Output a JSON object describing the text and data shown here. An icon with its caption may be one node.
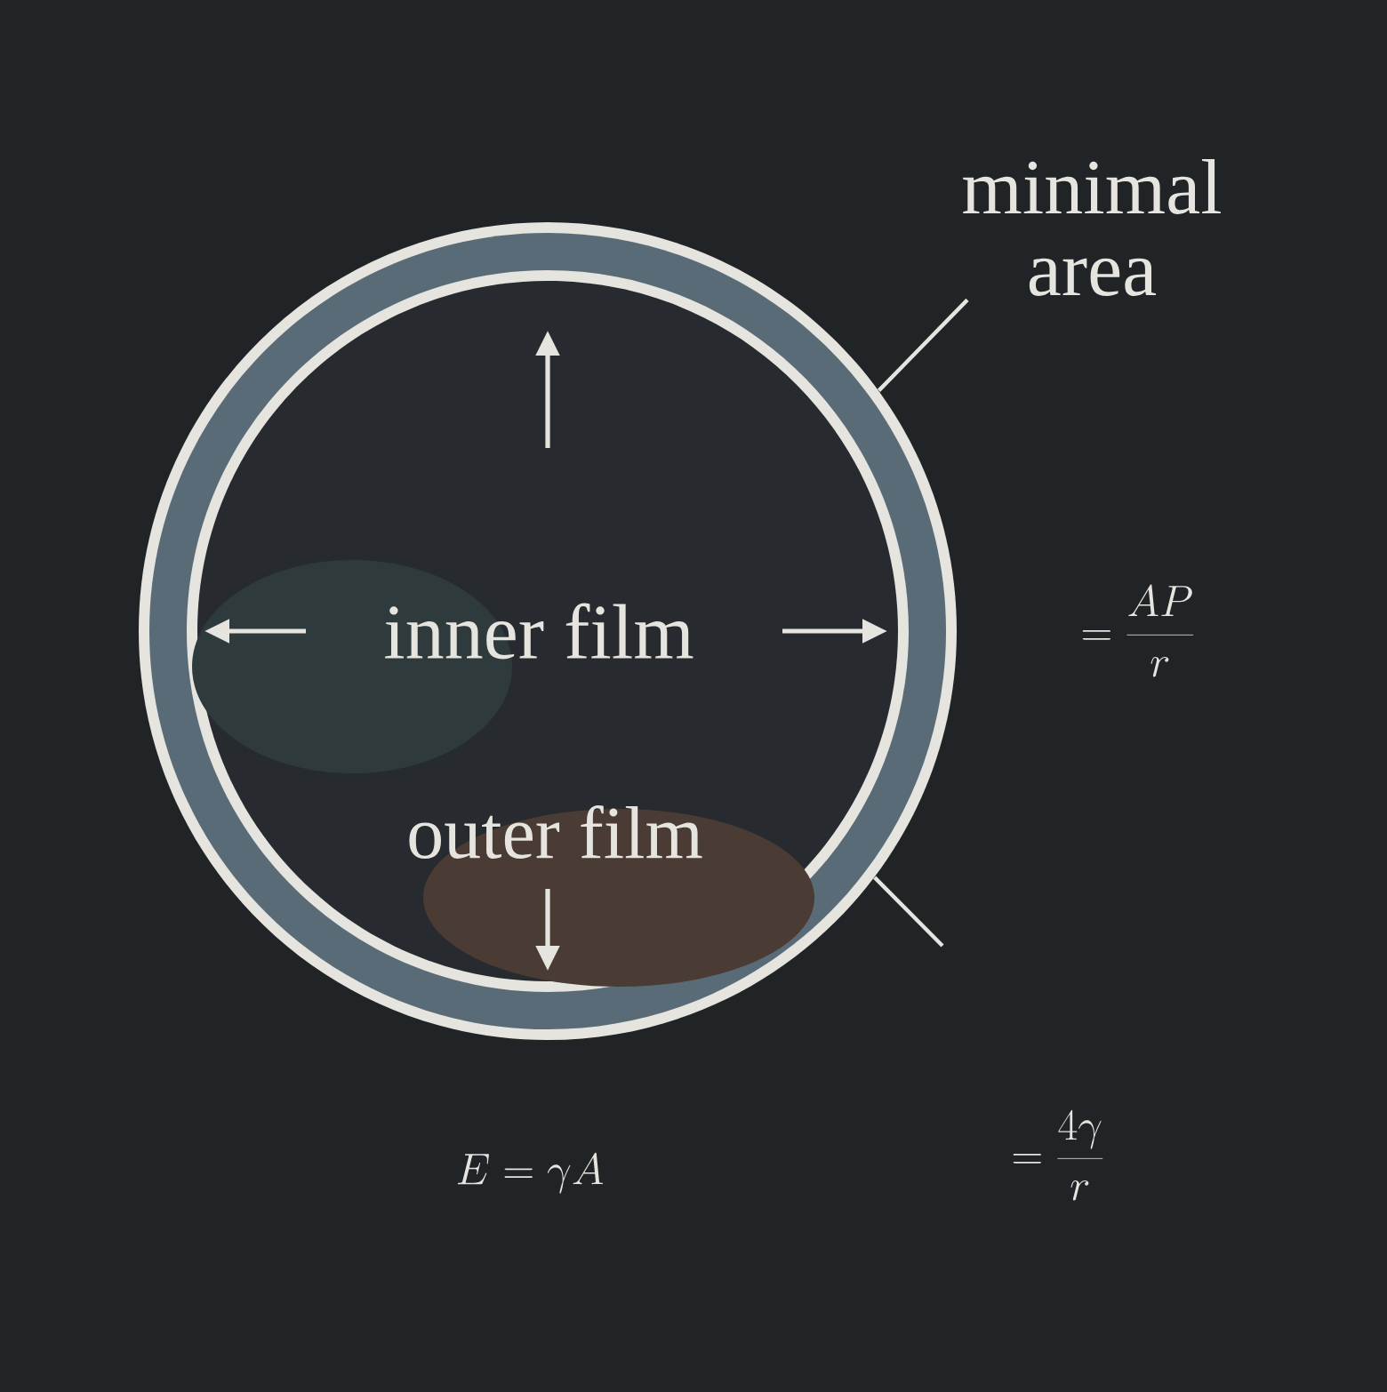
{
  "diagram": {
    "nodes": [
      {
        "text": [
          "minimal area"
        ]
      },
      {
        "text": [],
        "shape": "circle"
      }
    ],
    "edges": [
      {
        "from": 0,
        "to": 1,
        "arrow": "none"
      },
      {
        "from": null,
        "to": 1,
        "arrow": "none"
      }
    ],
    "labels": [
      "inner film",
      "outer film",
      "= \\frac{AP}{r}",
      "E = \\gamma A",
      "= \\frac{4\\gamma}{r}"
    ]
  }
}
